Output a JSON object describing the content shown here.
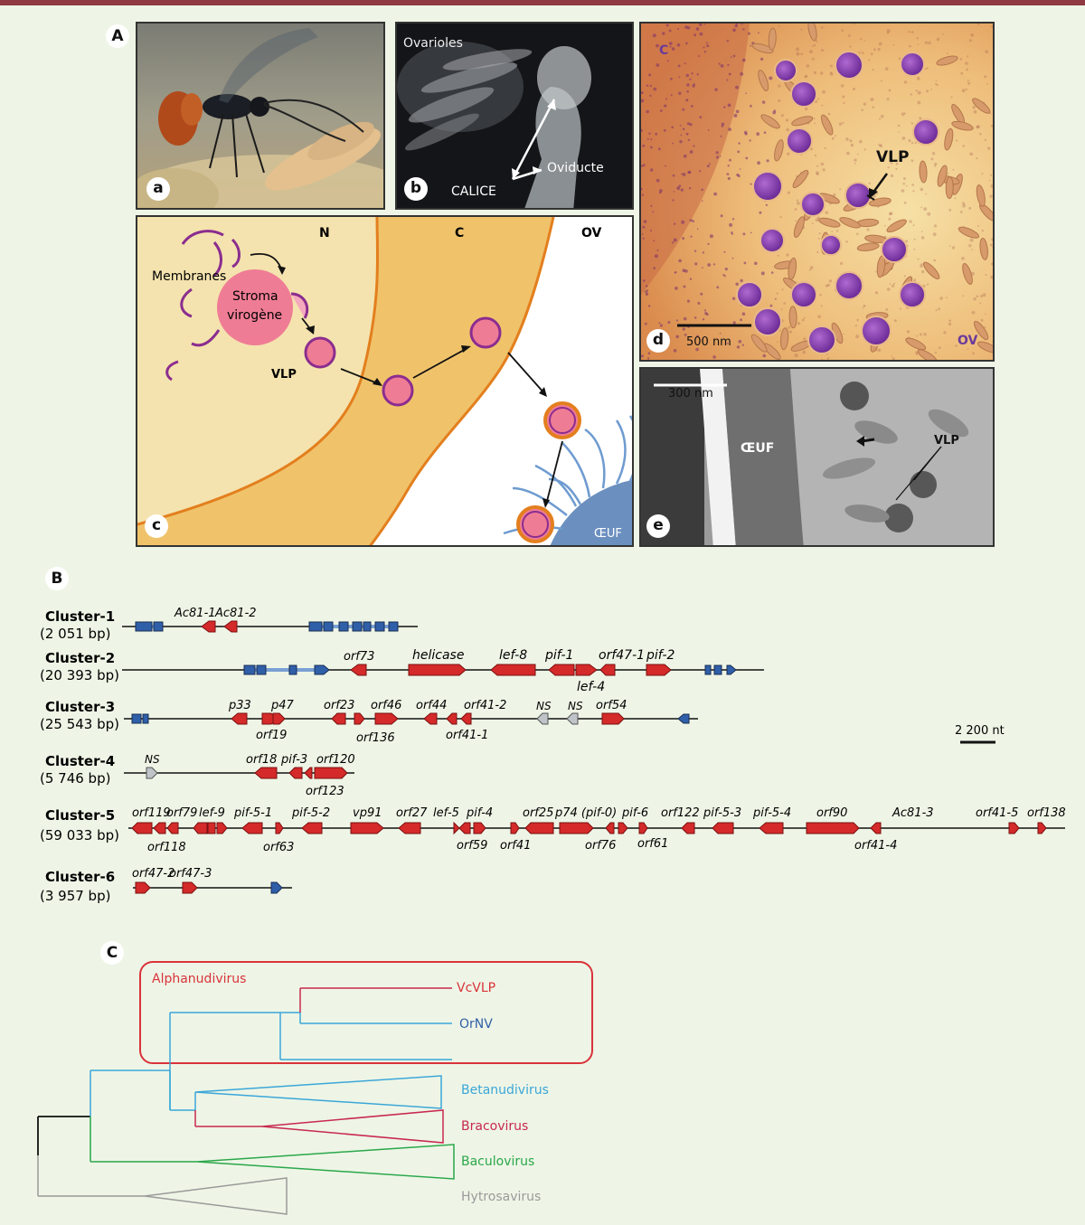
{
  "panels": {
    "A": "A",
    "B": "B",
    "C": "C"
  },
  "panelA": {
    "a": {
      "badge": "a"
    },
    "b": {
      "badge": "b",
      "ovarioles": "Ovarioles",
      "oviducte": "Oviducte",
      "calice": "CALICE"
    },
    "c": {
      "badge": "c",
      "N": "N",
      "C": "C",
      "OV": "OV",
      "membranes": "Membranes",
      "stroma1": "Stroma",
      "stroma2": "virogène",
      "vlp": "VLP",
      "oeuf": "ŒUF"
    },
    "d": {
      "badge": "d",
      "C": "C",
      "vlp": "VLP",
      "scale": "500 nm",
      "OV": "OV"
    },
    "e": {
      "badge": "e",
      "scale": "300 nm",
      "oeuf": "ŒUF",
      "vlp": "VLP"
    }
  },
  "panelB": {
    "scale_label": "2 200 nt",
    "clusters": [
      {
        "name": "Cluster-1",
        "size": "(2 051 bp)"
      },
      {
        "name": "Cluster-2",
        "size": "(20 393 bp)"
      },
      {
        "name": "Cluster-3",
        "size": "(25 543 bp)"
      },
      {
        "name": "Cluster-4",
        "size": "(5 746 bp)"
      },
      {
        "name": "Cluster-5",
        "size": "(59 033 bp)"
      },
      {
        "name": "Cluster-6",
        "size": "(3 957 bp)"
      }
    ],
    "genes": {
      "c1": [
        "Ac81-1",
        "Ac81-2"
      ],
      "c2": [
        "orf73",
        "helicase",
        "lef-8",
        "pif-1",
        "orf47-1",
        "pif-2",
        "lef-4"
      ],
      "c3": [
        "p33",
        "p47",
        "orf23",
        "orf46",
        "orf44",
        "orf41-2",
        "NS",
        "NS",
        "orf54",
        "orf19",
        "orf136",
        "orf41-1"
      ],
      "c4": [
        "NS",
        "orf18",
        "pif-3",
        "orf120",
        "orf123"
      ],
      "c5": [
        "orf119",
        "orf79",
        "lef-9",
        "pif-5-1",
        "pif-5-2",
        "vp91",
        "orf27",
        "lef-5",
        "pif-4",
        "orf25",
        "p74 (pif-0)",
        "pif-6",
        "orf122",
        "pif-5-3",
        "pif-5-4",
        "orf90",
        "Ac81-3",
        "orf41-5",
        "orf138",
        "orf118",
        "orf63",
        "orf59",
        "orf41",
        "orf76",
        "orf61",
        "orf41-4"
      ],
      "c6": [
        "orf47-2",
        "orf47-3"
      ]
    }
  },
  "panelC": {
    "alphanudivirus": "Alphanudivirus",
    "vcvlp": "VcVLP",
    "ornv": "OrNV",
    "betanudivirus": "Betanudivirus",
    "bracovirus": "Bracovirus",
    "baculovirus": "Baculovirus",
    "hytrosavirus": "Hytrosavirus"
  },
  "colors": {
    "red_gene": "#d42a2a",
    "blue_gene": "#2f5fa8",
    "grey_gene": "#bfc4c8",
    "alpha": "#d9333a",
    "beta": "#3aa6d8",
    "braco": "#c8284f",
    "baculo": "#2aa74a",
    "hytro": "#9a9a9a",
    "frame": "#333333"
  }
}
